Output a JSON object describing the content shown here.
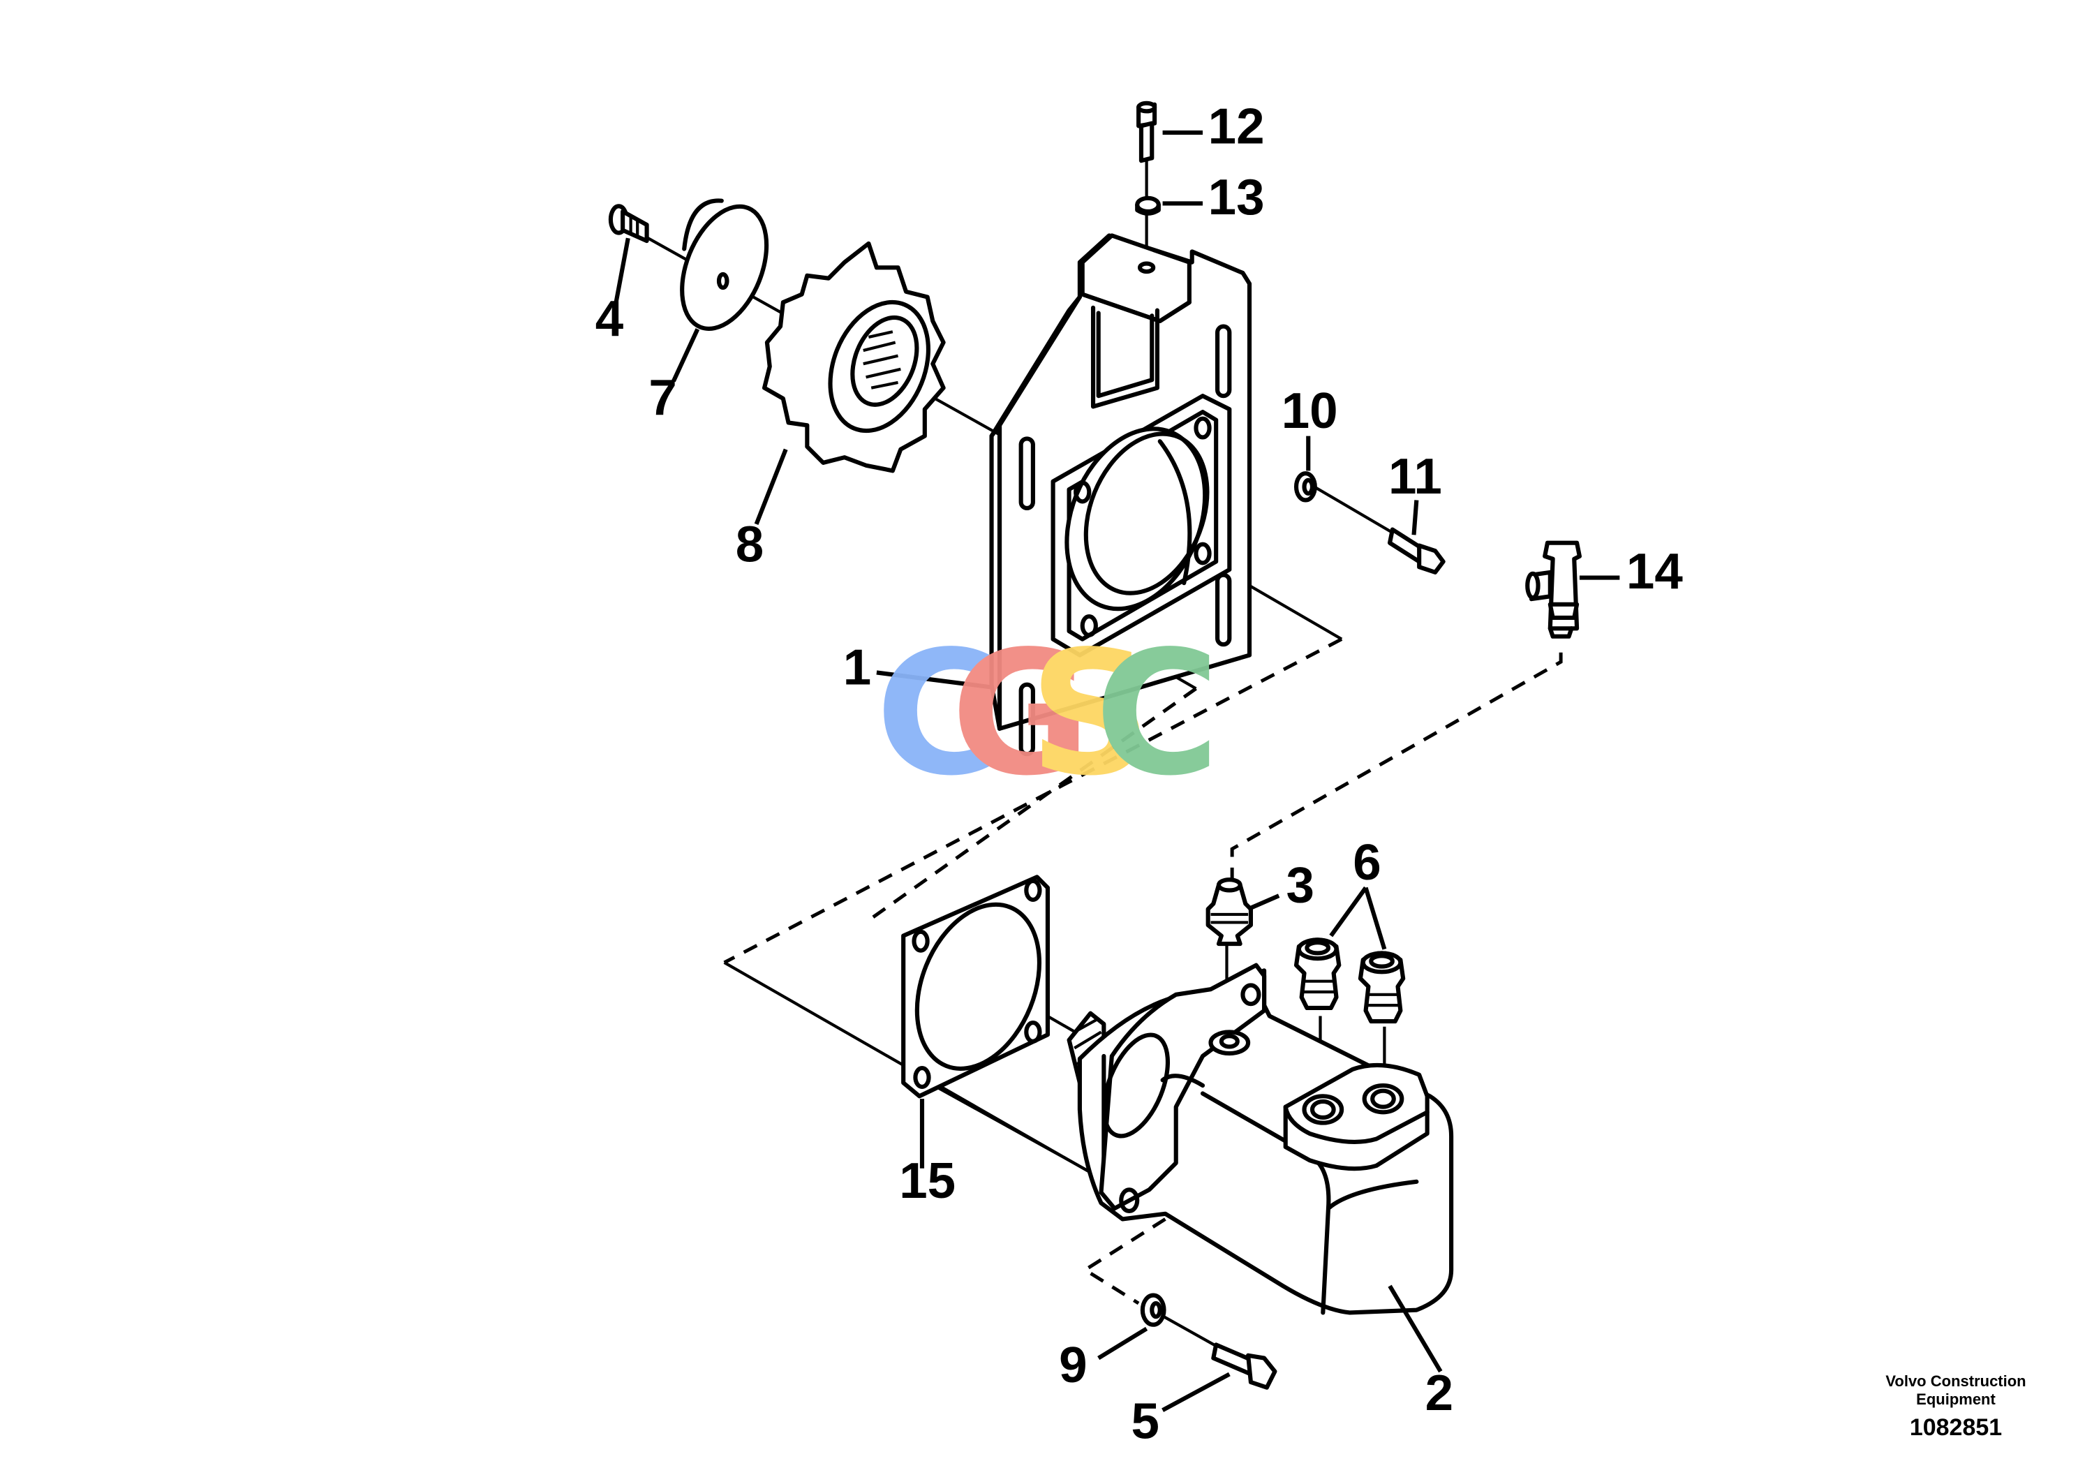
{
  "watermark": {
    "letters": [
      "C",
      "G",
      "S",
      "C"
    ],
    "colors": [
      "#8ab4f8",
      "#f28b82",
      "#fdd663",
      "#81c995"
    ]
  },
  "callouts": [
    "1",
    "2",
    "3",
    "4",
    "5",
    "6",
    "7",
    "8",
    "9",
    "10",
    "11",
    "12",
    "13",
    "14",
    "15"
  ],
  "footer": {
    "manufacturer": "Volvo Construction Equipment",
    "drawing_number": "1082851"
  }
}
